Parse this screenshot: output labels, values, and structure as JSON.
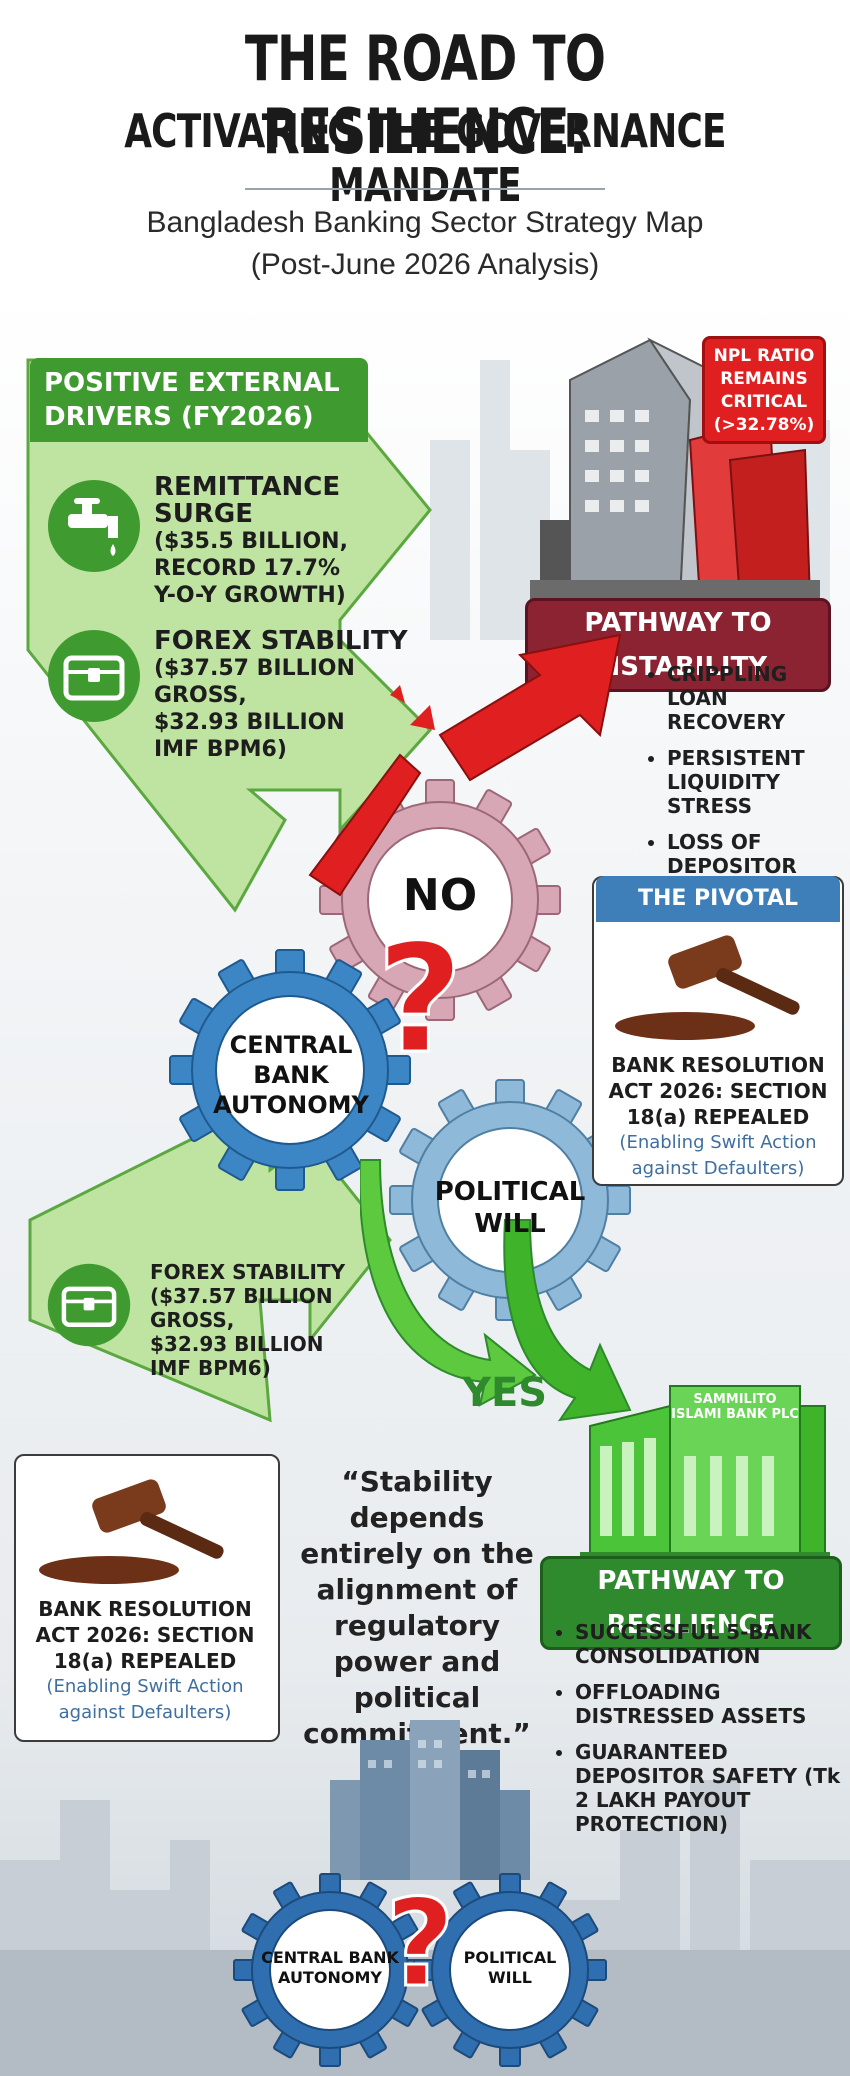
{
  "title": {
    "line1": "THE ROAD TO RESILIENCE:",
    "line2": "ACTIVATING THE GOVERNANCE MANDATE"
  },
  "subtitle": {
    "line1": "Bangladesh Banking Sector Strategy Map",
    "line2": "(Post-June 2026 Analysis)"
  },
  "drivers": {
    "title_line1": "POSITIVE EXTERNAL",
    "title_line2": "DRIVERS (FY2026)",
    "remittance": {
      "head": "REMITTANCE SURGE",
      "l1": "($35.5 BILLION,",
      "l2": "RECORD 17.7%",
      "l3": "Y-O-Y GROWTH)"
    },
    "forex": {
      "head": "FOREX STABILITY",
      "l1": "($37.57 BILLION GROSS,",
      "l2": "$32.93 BILLION",
      "l3": "IMF BPM6)"
    }
  },
  "lower_forex": {
    "head": "FOREX STABILITY",
    "l1": "($37.57 BILLION GROSS,",
    "l2": "$32.93 BILLION",
    "l3": "IMF BPM6)"
  },
  "npl": {
    "l1": "NPL RATIO",
    "l2": "REMAINS",
    "l3": "CRITICAL",
    "l4": "(>32.78%)"
  },
  "instability": {
    "badge": "PATHWAY TO INSTABILITY",
    "bullets": [
      "CRIPPLING LOAN RECOVERY",
      "PERSISTENT LIQUIDITY STRESS",
      "LOSS OF DEPOSITOR TRUST"
    ]
  },
  "gears": {
    "no": "NO",
    "central_l1": "CENTRAL BANK",
    "central_l2": "AUTONOMY",
    "political_l1": "POLITICAL",
    "political_l2": "WILL",
    "yes": "YES",
    "question": "?"
  },
  "pivotal": {
    "header": "THE PIVOTAL DECISION",
    "l1": "BANK RESOLUTION",
    "l2": "ACT 2026: SECTION",
    "l3": "18(a) REPEALED",
    "note1": "(Enabling Swift Action",
    "note2": "against Defaulters)"
  },
  "lower_act": {
    "l1": "BANK RESOLUTION",
    "l2": "ACT 2026: SECTION",
    "l3": "18(a) REPEALED",
    "note1": "(Enabling Swift Action",
    "note2": "against Defaulters)"
  },
  "quote": {
    "l1": "“Stability depends",
    "l2": "entirely on the",
    "l3": "alignment of",
    "l4": "regulatory",
    "l5": "power and political",
    "l6": "commitment.”"
  },
  "bank_sign": {
    "l1": "SAMMILITO",
    "l2": "ISLAMI BANK PLC"
  },
  "resilience": {
    "badge": "PATHWAY TO RESILIENCE",
    "bullets": [
      "SUCCESSFUL 5-BANK CONSOLIDATION",
      "OFFLOADING DISTRESSED ASSETS",
      "GUARANTEED DEPOSITOR SAFETY (Tk 2 LAKH PAYOUT PROTECTION)"
    ]
  },
  "bottom": {
    "central_l1": "CENTRAL BANK",
    "central_l2": "AUTONOMY",
    "political_l1": "POLITICAL",
    "political_l2": "WILL"
  },
  "colors": {
    "green": "#3f9b2f",
    "light_green": "#bfe3a0",
    "maroon": "#8b2332",
    "red": "#e02020",
    "gear_blue": "#3d86c6",
    "gear_pink": "#d8a7b5"
  }
}
